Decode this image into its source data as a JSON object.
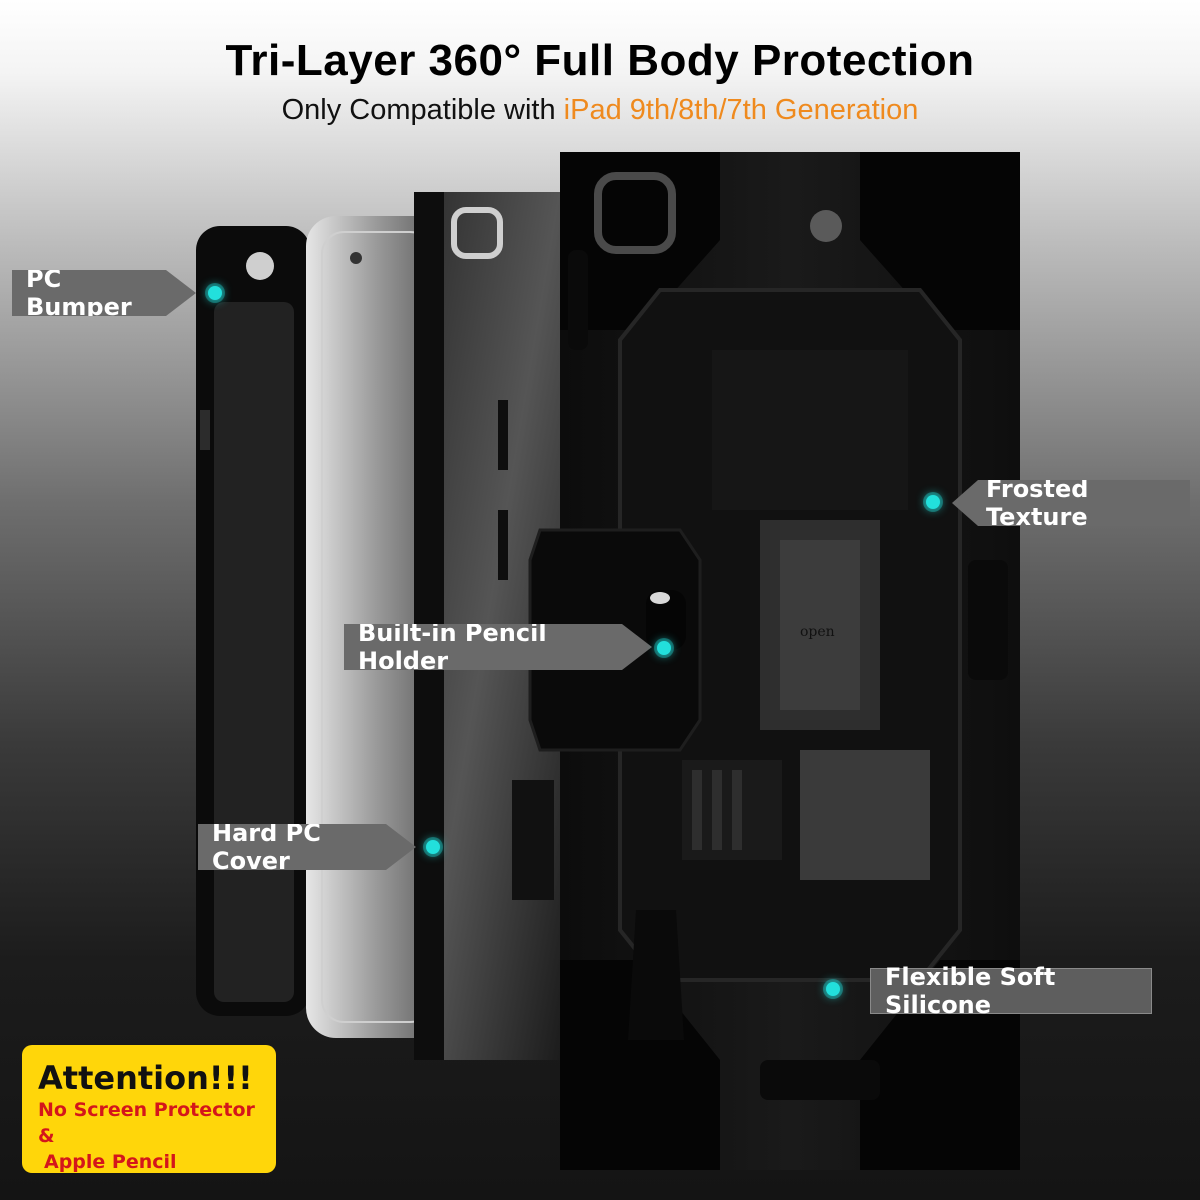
{
  "header": {
    "title": "Tri-Layer 360° Full Body Protection",
    "subtitle_prefix": "Only Compatible with ",
    "subtitle_accent": "iPad 9th/8th/7th Generation"
  },
  "callouts": {
    "pc_bumper": "PC Bumper",
    "frosted_texture": "Frosted Texture",
    "pencil_holder": "Built-in Pencil Holder",
    "hard_pc_cover": "Hard PC Cover",
    "soft_silicone": "Flexible Soft Silicone"
  },
  "notice": {
    "heading": "Attention!!!",
    "line1": "No Screen Protector &",
    "line2": "Apple Pencil"
  },
  "colors": {
    "accent_orange": "#ef8a1e",
    "marker_cyan": "#22e0dc",
    "notice_yellow": "#ffd60a",
    "notice_red": "#d4161b"
  },
  "product_labels": {
    "stand_hint": "open"
  }
}
